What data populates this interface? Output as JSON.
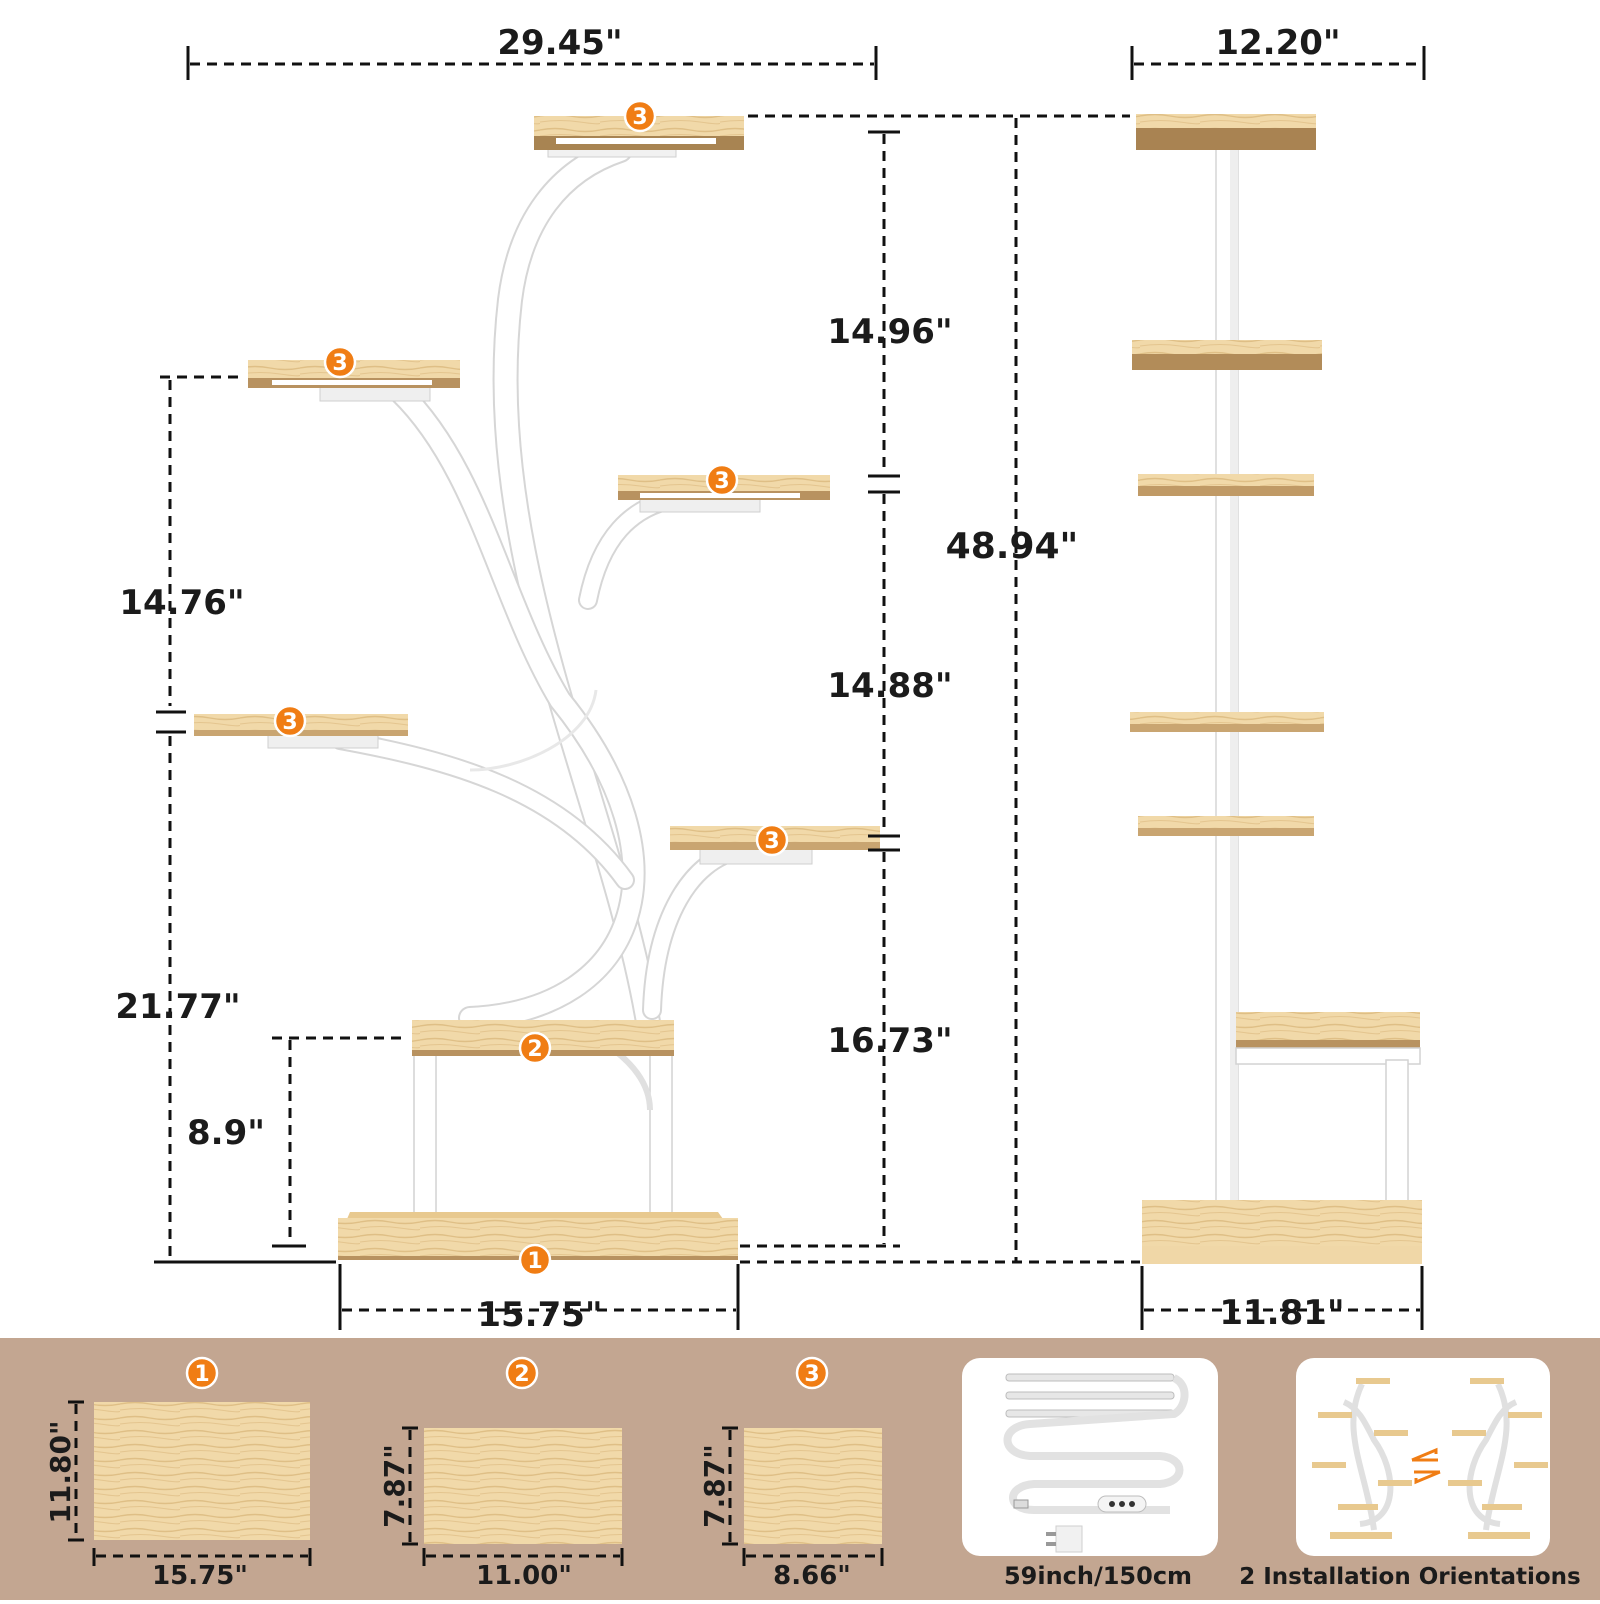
{
  "colors": {
    "wood_light": "#f1d9a9",
    "wood_dark": "#dcb97e",
    "badge_orange": "#f07d14",
    "bottom_band": "#c3a691",
    "line": "#111111"
  },
  "front_view": {
    "overall_width": "29.45\"",
    "overall_height": "48.94\"",
    "base_width": "15.75\"",
    "left_dims": [
      "14.76\"",
      "21.77\"",
      "8.9\""
    ],
    "right_dims": [
      "14.96\"",
      "14.88\"",
      "16.73\""
    ],
    "badges": {
      "base": "1",
      "step": "2",
      "shelf": "3"
    }
  },
  "side_view": {
    "top_width": "12.20\"",
    "base_width": "11.81\""
  },
  "parts": [
    {
      "badge": "1",
      "height": "11.80\"",
      "width": "15.75\""
    },
    {
      "badge": "2",
      "height": "7.87\"",
      "width": "11.00\""
    },
    {
      "badge": "3",
      "height": "7.87\"",
      "width": "8.66\""
    }
  ],
  "extras": {
    "light_caption": "59inch/150cm",
    "orientation_caption": "2 Installation Orientations",
    "swap_icon": "swap-arrows-icon",
    "light_icon": "led-grow-light-icon"
  }
}
